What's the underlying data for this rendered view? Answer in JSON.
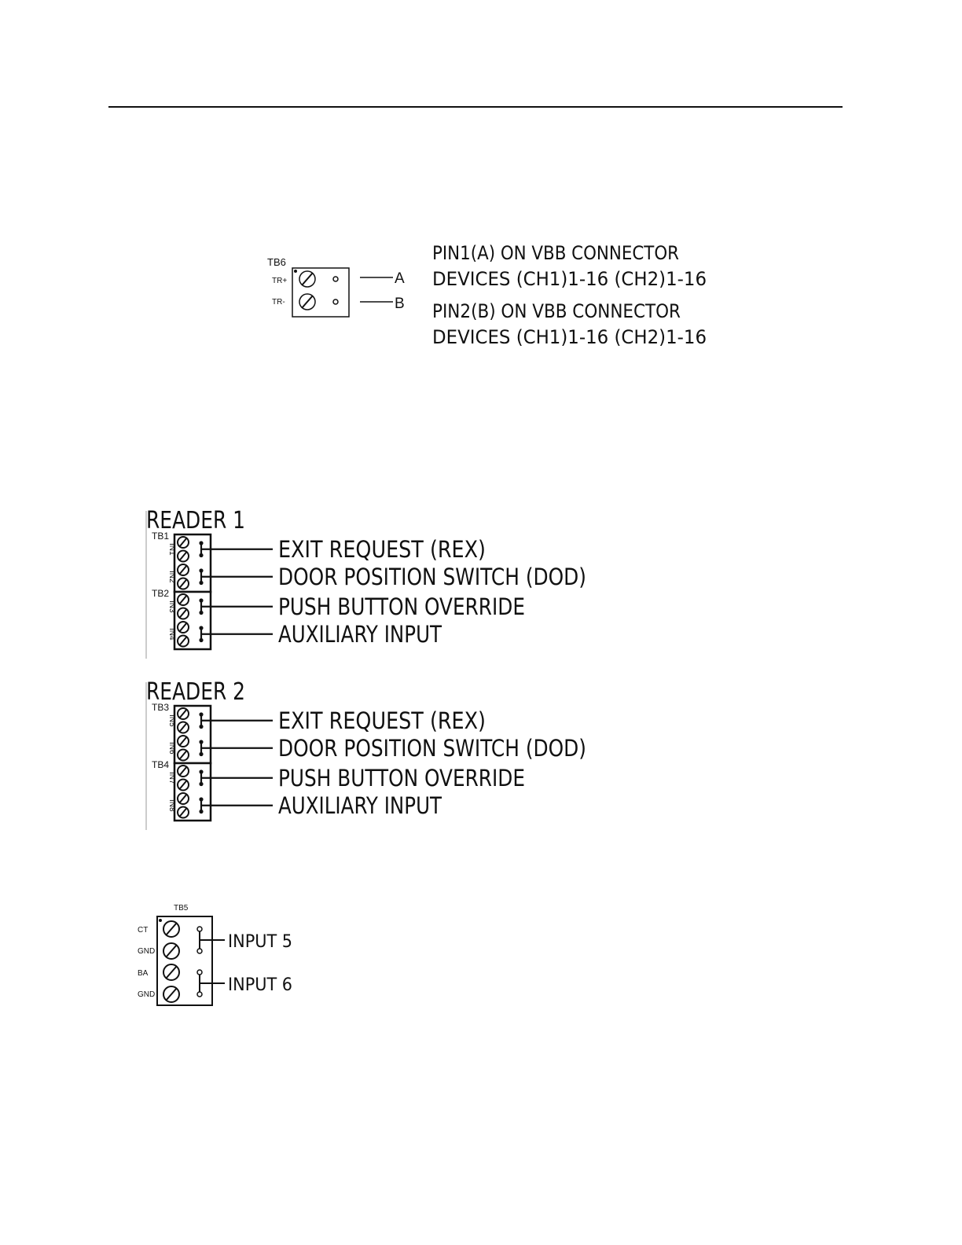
{
  "tb6": {
    "block_label": "TB6",
    "pins": [
      "TR+",
      "TR-"
    ],
    "wire_labels": [
      "A",
      "B"
    ],
    "descriptions": [
      "PIN1(A) ON VBB CONNECTOR",
      "DEVICES (CH1)1-16 (CH2)1-16",
      "PIN2(B) ON VBB CONNECTOR",
      "DEVICES (CH1)1-16 (CH2)1-16"
    ]
  },
  "readers": [
    {
      "title": "READER 1",
      "blocks": [
        "TB1",
        "TB2"
      ],
      "inputs": [
        "IN1",
        "IN2",
        "IN3",
        "IN4"
      ],
      "signals": [
        "EXIT REQUEST (REX)",
        "DOOR POSITION SWITCH (DOD)",
        "PUSH BUTTON OVERRIDE",
        "AUXILIARY INPUT"
      ]
    },
    {
      "title": "READER 2",
      "blocks": [
        "TB3",
        "TB4"
      ],
      "inputs": [
        "IN5",
        "IN6",
        "IN7",
        "IN8"
      ],
      "signals": [
        "EXIT REQUEST (REX)",
        "DOOR POSITION SWITCH (DOD)",
        "PUSH BUTTON OVERRIDE",
        "AUXILIARY INPUT"
      ]
    }
  ],
  "tb5": {
    "block_label": "TB5",
    "pins": [
      "CT",
      "GND",
      "BA",
      "GND"
    ],
    "inputs": [
      "INPUT 5",
      "INPUT 6"
    ]
  }
}
